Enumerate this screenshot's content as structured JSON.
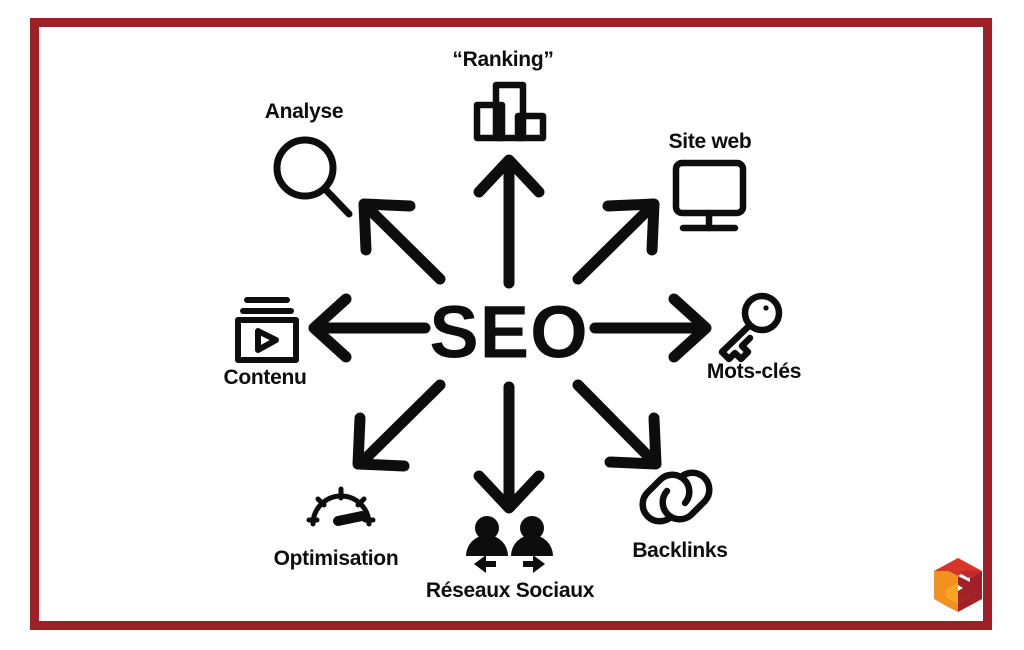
{
  "diagram": {
    "title_center": "SEO",
    "theme": {
      "frame_color": "#9e2128",
      "ink_color": "#0d0d0d",
      "background": "#ffffff",
      "logo_red_light": "#d8352a",
      "logo_red_dark": "#a32028",
      "logo_orange": "#f29120"
    },
    "nodes": [
      {
        "id": "ranking",
        "label": "“Ranking”",
        "icon": "bar-chart-icon",
        "direction": "up"
      },
      {
        "id": "analyse",
        "label": "Analyse",
        "icon": "magnifier-icon",
        "direction": "up-left"
      },
      {
        "id": "siteweb",
        "label": "Site web",
        "icon": "monitor-icon",
        "direction": "up-right"
      },
      {
        "id": "motscles",
        "label": "Mots-clés",
        "icon": "key-icon",
        "direction": "right"
      },
      {
        "id": "backlinks",
        "label": "Backlinks",
        "icon": "chain-link-icon",
        "direction": "down-right"
      },
      {
        "id": "reseaux",
        "label": "Réseaux Sociaux",
        "icon": "social-users-icon",
        "direction": "down"
      },
      {
        "id": "optimisation",
        "label": "Optimisation",
        "icon": "speedometer-icon",
        "direction": "down-left"
      },
      {
        "id": "contenu",
        "label": "Contenu",
        "icon": "video-content-icon",
        "direction": "left"
      }
    ],
    "logo": {
      "name": "isometric-cube-logo"
    }
  }
}
